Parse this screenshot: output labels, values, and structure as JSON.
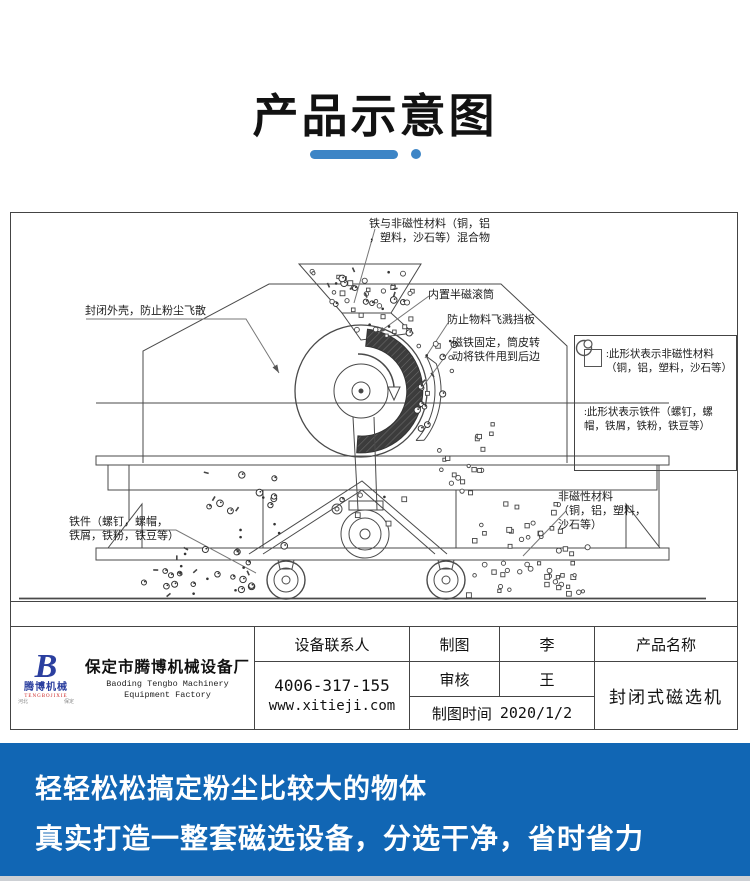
{
  "page": {
    "title": "产品示意图"
  },
  "diagram": {
    "labels": {
      "feed_mix_l1": "铁与非磁性材料（铜，铝",
      "feed_mix_l2": "，塑料，沙石等）混合物",
      "enclosure": "封闭外壳，防止粉尘飞散",
      "drum": "内置半磁滚筒",
      "baffle": "防止物料飞溅挡板",
      "magnet_l1": "磁铁固定，筒皮转",
      "magnet_l2": "动将铁件甩到后边",
      "iron_out_l1": "铁件（螺钉，螺帽，",
      "iron_out_l2": "铁屑，铁粉，铁豆等）",
      "nonmag_out_l1": "非磁性材料",
      "nonmag_out_l2": "（铜，铝，塑料，",
      "nonmag_out_l3": "沙石等）"
    },
    "legend": {
      "nonmag_l1": ":此形状表示非磁性材料",
      "nonmag_l2": "（铜，铝，塑料，沙石等）",
      "iron_l1": ":此形状表示铁件（螺钉，螺",
      "iron_l2": "帽，铁屑，铁粉，铁豆等）"
    }
  },
  "title_block": {
    "logo": {
      "mark": "B",
      "name_cn": "腾博机械",
      "name_en": "TENGBOJIXIE",
      "side_left": "河北",
      "side_right": "保定"
    },
    "company_cn": "保定市腾博机械设备厂",
    "company_en_l1": "Baoding Tengbo Machinery",
    "company_en_l2": "Equipment Factory",
    "contact_label": "设备联系人",
    "phone": "4006-317-155",
    "website": "www.xitieji.com",
    "drafter_label": "制图",
    "drafter": "李",
    "reviewer_label": "审核",
    "reviewer": "王",
    "date_label": "制图时间",
    "date": "2020/1/2",
    "product_label": "产品名称",
    "product_name": "封闭式磁选机"
  },
  "footer": {
    "line1": "轻轻松松搞定粉尘比较大的物体",
    "line2": "真实打造一整套磁选设备，分选干净，省时省力"
  },
  "colors": {
    "footer_bg": "#1166b4",
    "accent_underline": "#3d85c6",
    "logo_blue": "#2b3f9f",
    "logo_red": "#cc2222",
    "line_color": "#4a4a4a"
  }
}
